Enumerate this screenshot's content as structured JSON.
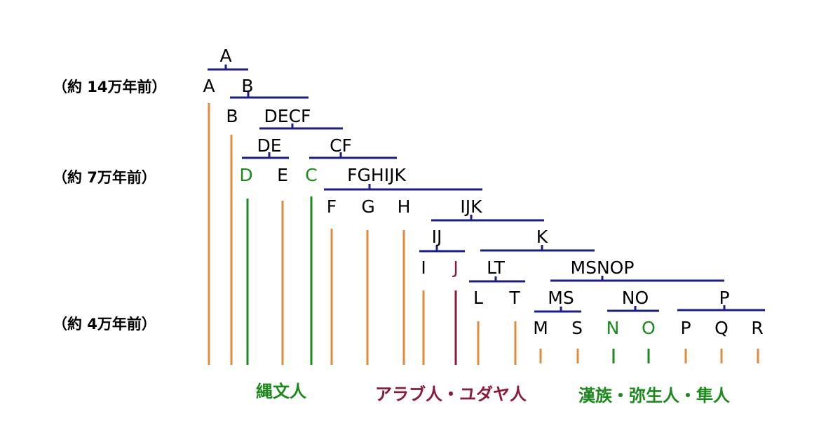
{
  "eras": {
    "e14": "（約 14万年前）",
    "e7": "（約 7万年前）",
    "e4": "（約 4万年前）"
  },
  "nodes": {
    "A_top": "A",
    "A": "A",
    "B_top": "B",
    "B": "B",
    "DECF": "DECF",
    "DE": "DE",
    "CF": "CF",
    "D": "D",
    "E": "E",
    "C": "C",
    "FGHIJK": "FGHIJK",
    "F": "F",
    "G": "G",
    "H": "H",
    "IJK": "IJK",
    "IJ": "IJ",
    "K": "K",
    "I": "I",
    "J": "J",
    "LT": "LT",
    "MSNOP": "MSNOP",
    "L": "L",
    "T": "T",
    "MS": "MS",
    "NO": "NO",
    "P_top": "P",
    "M": "M",
    "S": "S",
    "N": "N",
    "O": "O",
    "P": "P",
    "Q": "Q",
    "R": "R"
  },
  "groups": {
    "jomon": "縄文人",
    "arab": "アラブ人・ユダヤ人",
    "han": "漢族・弥生人・隼人"
  },
  "colors": {
    "tree_lines": "#1c1c8c",
    "lineage_lines": "#e08a3a",
    "green": "#1a8a1a",
    "crimson": "#8b1a3a"
  }
}
